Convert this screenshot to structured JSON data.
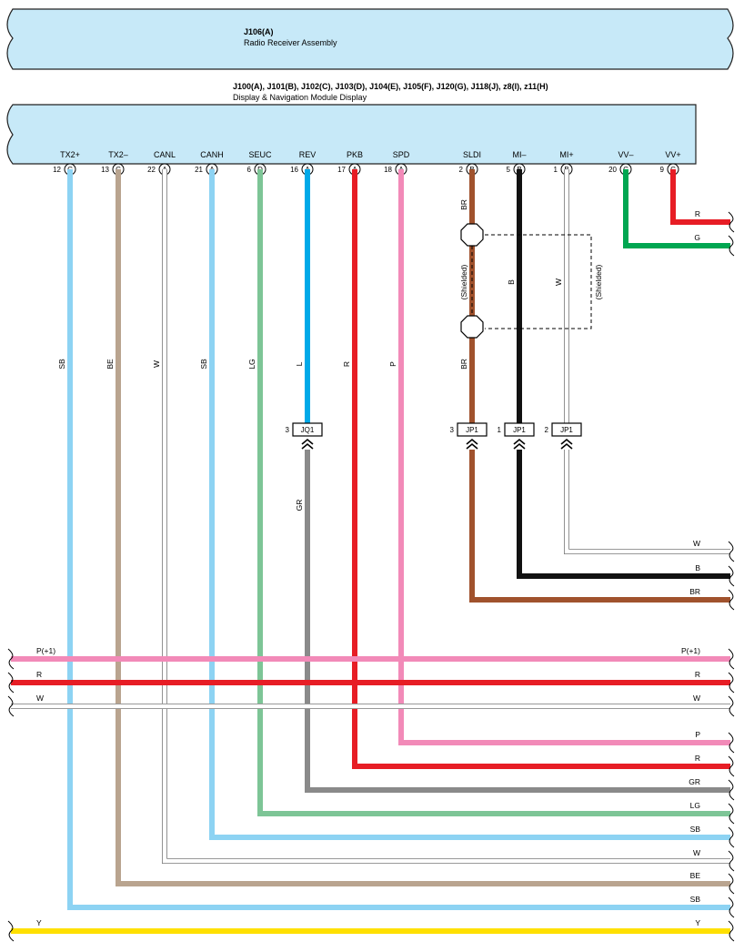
{
  "colors": {
    "SB": "#8dd3f3",
    "BE": "#b9a48f",
    "W": "#dcdcdc",
    "LG": "#7dc596",
    "L": "#00a9e8",
    "R": "#e71d25",
    "P": "#f28ab8",
    "BR": "#a0522d",
    "B": "#111111",
    "G": "#00a651",
    "GR": "#8a8a8a",
    "Y": "#ffe000",
    "box_fill": "#c7e9f8",
    "box_stroke": "#222222"
  },
  "top_box": {
    "title": "J106(A)",
    "subtitle": "Radio Receiver Assembly"
  },
  "main_box": {
    "title": "J100(A), J101(B), J102(C), J103(D), J104(E), J105(F), J120(G), J118(J), z8(I), z11(H)",
    "subtitle": "Display & Navigation Module Display"
  },
  "terminals": [
    {
      "name": "TX2+",
      "pin": "12",
      "conn": "C"
    },
    {
      "name": "TX2–",
      "pin": "13",
      "conn": "C"
    },
    {
      "name": "CANL",
      "pin": "22",
      "conn": "A"
    },
    {
      "name": "CANH",
      "pin": "21",
      "conn": "A"
    },
    {
      "name": "SEUC",
      "pin": "6",
      "conn": "D"
    },
    {
      "name": "REV",
      "pin": "16",
      "conn": "A"
    },
    {
      "name": "PKB",
      "pin": "17",
      "conn": "A"
    },
    {
      "name": "SPD",
      "pin": "18",
      "conn": "A"
    },
    {
      "name": "SLDI",
      "pin": "2",
      "conn": "B"
    },
    {
      "name": "MI–",
      "pin": "5",
      "conn": "B"
    },
    {
      "name": "MI+",
      "pin": "1",
      "conn": "B"
    },
    {
      "name": "VV–",
      "pin": "20",
      "conn": "C"
    },
    {
      "name": "VV+",
      "pin": "9",
      "conn": "C"
    }
  ],
  "vertical_wire_labels": [
    "SB",
    "BE",
    "W",
    "SB",
    "LG",
    "L",
    "R",
    "P",
    "BR",
    "B",
    "W",
    "BR",
    "GR"
  ],
  "shield_label": "(Shielded)",
  "junctions": [
    {
      "pin": "3",
      "name": "JQ1"
    },
    {
      "pin": "3",
      "name": "JP1"
    },
    {
      "pin": "1",
      "name": "JP1"
    },
    {
      "pin": "2",
      "name": "JP1"
    }
  ],
  "right_wire_labels": [
    "R",
    "G",
    "W",
    "B",
    "BR",
    "P(+1)",
    "R",
    "W",
    "P",
    "R",
    "GR",
    "LG",
    "SB",
    "W",
    "BE",
    "SB",
    "Y"
  ],
  "left_wire_labels": [
    "P(+1)",
    "R",
    "W",
    "Y"
  ]
}
